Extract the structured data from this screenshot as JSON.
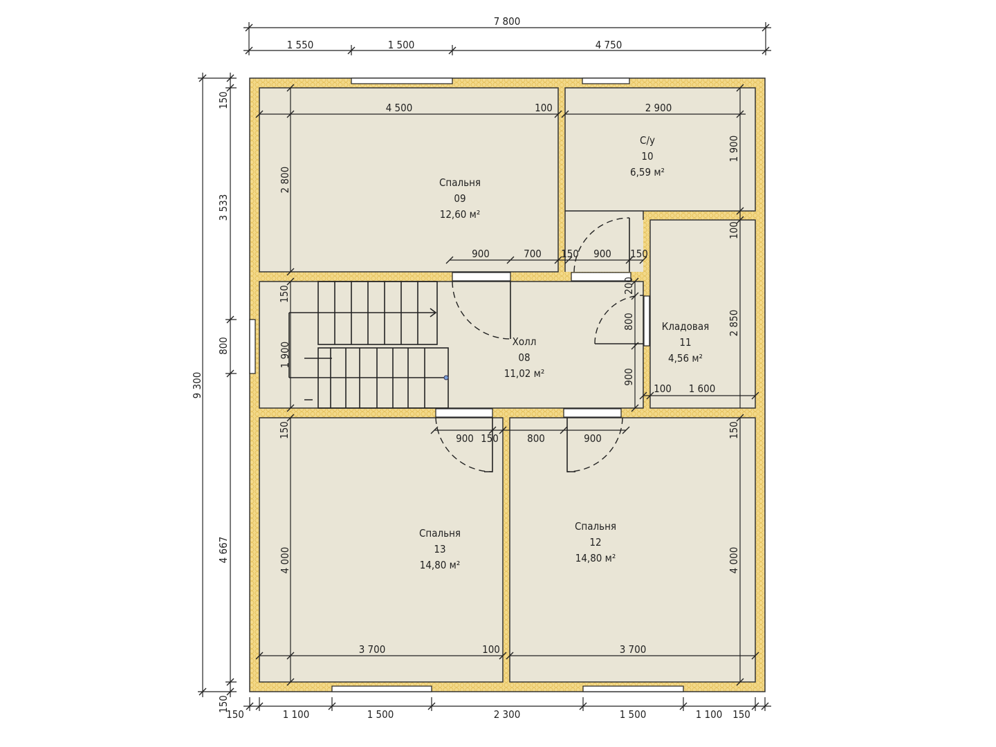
{
  "colors": {
    "wall": "#f3d98a",
    "room": "#e9e5d6"
  },
  "rooms": [
    {
      "name": "Спальня",
      "number": "09",
      "area": "12,60 м²"
    },
    {
      "name": "С/у",
      "number": "10",
      "area": "6,59 м²"
    },
    {
      "name": "Холл",
      "number": "08",
      "area": "11,02 м²"
    },
    {
      "name": "Кладовая",
      "number": "11",
      "area": "4,56 м²"
    },
    {
      "name": "Спальня",
      "number": "13",
      "area": "14,80 м²"
    },
    {
      "name": "Спальня",
      "number": "12",
      "area": "14,80 м²"
    }
  ],
  "dims": {
    "top_total": "7 800",
    "top": [
      "1 550",
      "1 500",
      "4 750"
    ],
    "left_total": "9 300",
    "left": [
      "150",
      "3 533",
      "800",
      "4 667",
      "150"
    ],
    "bottom": [
      "150",
      "1 100",
      "1 500",
      "2 300",
      "1 500",
      "1 100",
      "150"
    ],
    "interior": {
      "bed09_w": "4 500",
      "bed09_w2": "100",
      "bed09_h": "2 800",
      "wc_w": "2 900",
      "wc_h": "1 900",
      "wc_h2": "100",
      "doors_top": [
        "900",
        "700",
        "150",
        "900",
        "150"
      ],
      "hall_v": [
        "150",
        "1 900"
      ],
      "hall_r": [
        "200",
        "800",
        "900"
      ],
      "pantry_h": "2 850",
      "pantry_w": [
        "100",
        "1 600"
      ],
      "doors_bottom": [
        "900",
        "150",
        "800",
        "900"
      ],
      "bed13_v": [
        "150",
        "4 000"
      ],
      "bed12_v": [
        "150",
        "4 000"
      ],
      "bed13_w": [
        "3 700",
        "100"
      ],
      "bed12_w": "3 700"
    }
  }
}
